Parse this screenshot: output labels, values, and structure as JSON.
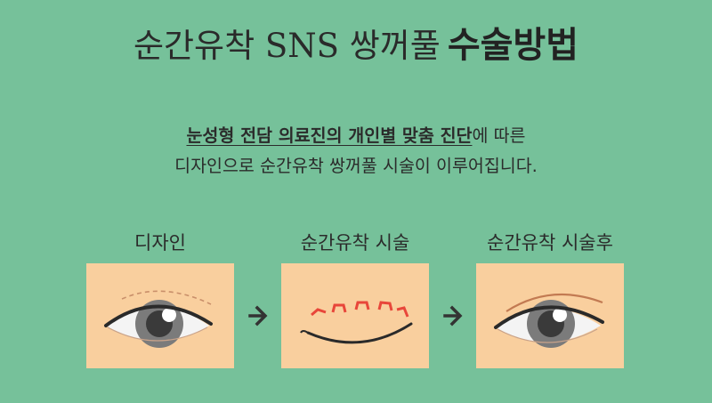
{
  "title": {
    "light": "순간유착 SNS 쌍꺼풀",
    "bold": "수술방법"
  },
  "description": {
    "emphasis": "눈성형 전담 의료진의 개인별 맞춤 진단",
    "line1_rest": "에 따른",
    "line2": "디자인으로 순간유착 쌍꺼풀 시술이 이루어집니다."
  },
  "steps": [
    {
      "label": "디자인"
    },
    {
      "label": "순간유착 시술"
    },
    {
      "label": "순간유착 시술후"
    }
  ],
  "colors": {
    "background": "#76c19a",
    "skin": "#f9cf9e",
    "iris": "#7b7b7b",
    "incision": "#e8463a"
  }
}
